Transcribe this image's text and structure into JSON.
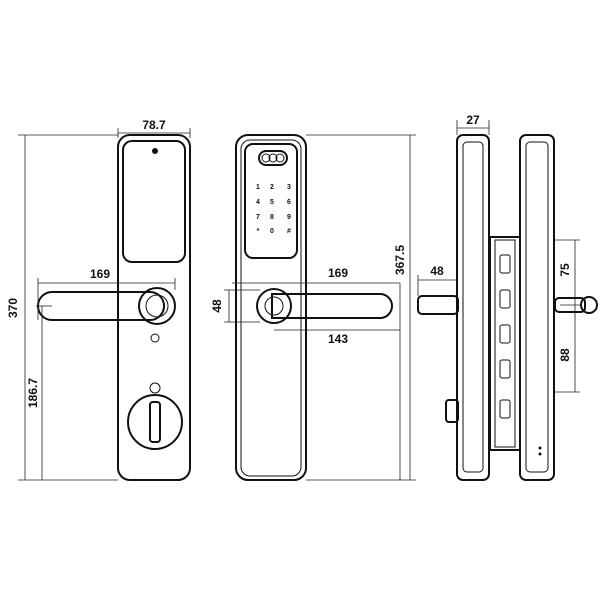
{
  "title": "Smart door lock dimension drawing",
  "dimensions": {
    "front_width": "78.7",
    "total_height": "370",
    "handle_height": "186.7",
    "handle_length_left": "169",
    "handle_length_right": "169",
    "handle_grip_height": "48",
    "handle_reach": "143",
    "body_height": "367.5",
    "thickness": "27",
    "spindle_length": "48",
    "upper_offset": "75",
    "lower_offset": "88"
  },
  "keypad": {
    "keys": [
      "1",
      "2",
      "3",
      "4",
      "5",
      "6",
      "7",
      "8",
      "9",
      "*",
      "0",
      "#"
    ]
  },
  "colors": {
    "line": "#111111",
    "background": "#ffffff"
  }
}
